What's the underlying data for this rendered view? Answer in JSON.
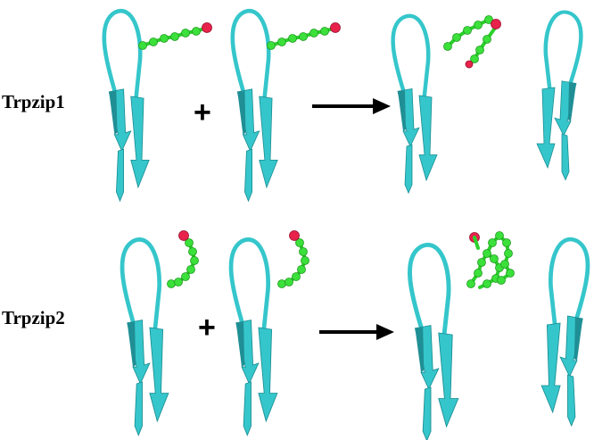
{
  "rows": [
    {
      "label": "Trpzip1",
      "plus": "+"
    },
    {
      "label": "Trpzip2",
      "plus": "+"
    }
  ],
  "colors": {
    "ribbon": "#35c6cb",
    "ribbon_shadow": "#1f8f95",
    "carbon_atom": "#3be03b",
    "oxygen_atom": "#e8224a",
    "arrow": "#000000"
  },
  "icons": [
    "beta-hairpin-ribbon",
    "ligand-ball-and-stick",
    "reaction-arrow",
    "plus-sign"
  ]
}
